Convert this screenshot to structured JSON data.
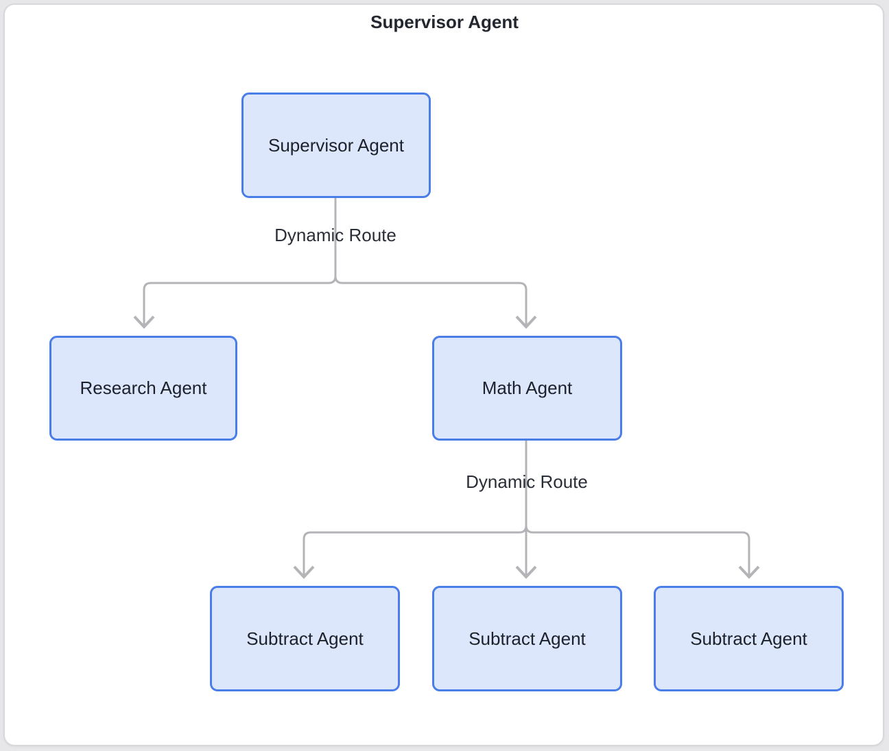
{
  "diagram": {
    "title": "Supervisor Agent",
    "nodes": [
      {
        "id": "supervisor",
        "label": "Supervisor Agent"
      },
      {
        "id": "research",
        "label": "Research Agent"
      },
      {
        "id": "math",
        "label": "Math Agent"
      },
      {
        "id": "subtract-1",
        "label": "Subtract Agent"
      },
      {
        "id": "subtract-2",
        "label": "Subtract Agent"
      },
      {
        "id": "subtract-3",
        "label": "Subtract Agent"
      }
    ],
    "edge_groups": [
      {
        "from": "supervisor",
        "label": "Dynamic Route",
        "to": [
          "research",
          "math"
        ]
      },
      {
        "from": "math",
        "label": "Dynamic Route",
        "to": [
          "subtract-1",
          "subtract-2",
          "subtract-3"
        ]
      }
    ],
    "colors": {
      "node_fill": "#dde7fb",
      "node_border": "#4a7de8",
      "node_text": "#1d212b",
      "connector": "#b4b4b8",
      "title_text": "#23272f",
      "label_text": "#2a2e37",
      "card_bg": "#ffffff",
      "card_border": "#d8d8dc",
      "page_bg": "#e7e7ea"
    }
  }
}
